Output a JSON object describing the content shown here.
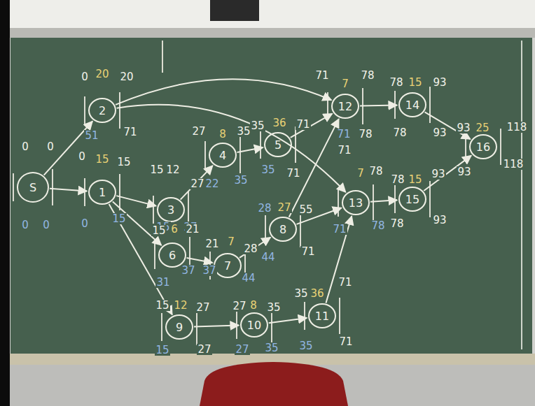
{
  "diagram": {
    "nodes": [
      {
        "text": [
          "S"
        ]
      },
      {
        "text": [
          "2"
        ]
      },
      {
        "text": [
          "1"
        ]
      },
      {
        "text": [
          "3"
        ]
      },
      {
        "text": [
          "4"
        ]
      },
      {
        "text": [
          "5"
        ]
      },
      {
        "text": [
          "6"
        ]
      },
      {
        "text": [
          "7"
        ]
      },
      {
        "text": [
          "8"
        ]
      },
      {
        "text": [
          "9"
        ]
      },
      {
        "text": [
          "10"
        ]
      },
      {
        "text": [
          "11"
        ]
      },
      {
        "text": [
          "12"
        ]
      },
      {
        "text": [
          "13"
        ]
      },
      {
        "text": [
          "14"
        ]
      },
      {
        "text": [
          "15"
        ]
      },
      {
        "text": [
          "16"
        ]
      }
    ],
    "edges": [
      {
        "from": 0,
        "to": 1,
        "arrow": "to"
      },
      {
        "from": 0,
        "to": 2,
        "arrow": "to"
      },
      {
        "from": 1,
        "to": 12,
        "arrow": "to"
      },
      {
        "from": 1,
        "to": 13,
        "arrow": "to"
      },
      {
        "from": 2,
        "to": 3,
        "arrow": "to"
      },
      {
        "from": 2,
        "to": 6,
        "arrow": "to"
      },
      {
        "from": 2,
        "to": 9,
        "arrow": "to"
      },
      {
        "from": 3,
        "to": 4,
        "arrow": "to"
      },
      {
        "from": 4,
        "to": 5,
        "arrow": "to"
      },
      {
        "from": 5,
        "to": 12,
        "arrow": "to"
      },
      {
        "from": 6,
        "to": 7,
        "arrow": "to"
      },
      {
        "from": 7,
        "to": 8,
        "arrow": "to"
      },
      {
        "from": 8,
        "to": 12,
        "arrow": "to"
      },
      {
        "from": 8,
        "to": 13,
        "arrow": "to"
      },
      {
        "from": 9,
        "to": 10,
        "arrow": "to"
      },
      {
        "from": 10,
        "to": 11,
        "arrow": "to"
      },
      {
        "from": 11,
        "to": 13,
        "arrow": "to"
      },
      {
        "from": 12,
        "to": 14,
        "arrow": "to"
      },
      {
        "from": 14,
        "to": 16,
        "arrow": "to"
      },
      {
        "from": 13,
        "to": 15,
        "arrow": "to"
      },
      {
        "from": 15,
        "to": 16,
        "arrow": "to"
      }
    ],
    "labels": [
      "0",
      "0",
      "0",
      "0",
      "0",
      "20",
      "20",
      "51",
      "71",
      "0",
      "15",
      "15",
      "0",
      "15",
      "15",
      "12",
      "27",
      "15",
      "27",
      "27",
      "8",
      "35",
      "22",
      "35",
      "35",
      "36",
      "71",
      "35",
      "71",
      "15",
      "6",
      "21",
      "31",
      "37",
      "21",
      "7",
      "28",
      "37",
      "44",
      "28",
      "27",
      "55",
      "44",
      "71",
      "15",
      "12",
      "27",
      "15",
      "27",
      "27",
      "8",
      "35",
      "27",
      "35",
      "35",
      "36",
      "71",
      "35",
      "71",
      "71",
      "7",
      "78",
      "71",
      "78",
      "71",
      "7",
      "78",
      "71",
      "78",
      "78",
      "15",
      "93",
      "78",
      "93",
      "78",
      "15",
      "93",
      "78",
      "93",
      "93",
      "25",
      "118",
      "93",
      "118"
    ]
  }
}
